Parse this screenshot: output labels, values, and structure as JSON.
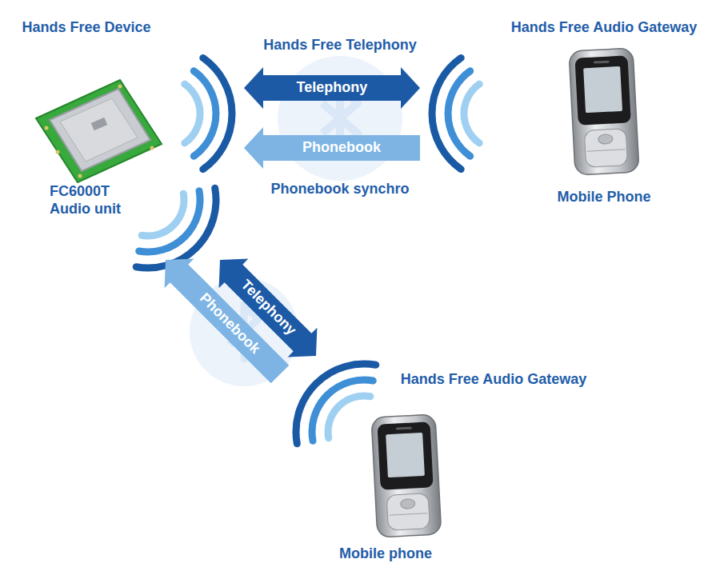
{
  "diagram": {
    "nodes": [
      {
        "text": [
          "Hands Free Device",
          "FC6000T Audio unit"
        ]
      },
      {
        "text": [
          "Hands Free Audio Gateway",
          "Mobile Phone"
        ]
      },
      {
        "text": [
          "Hands Free Audio Gateway",
          "Mobile phone"
        ]
      }
    ],
    "edges": [
      {
        "from": 0,
        "to": 1,
        "label": "Telephony",
        "arrow": "both"
      },
      {
        "from": 1,
        "to": 0,
        "label": "Phonebook",
        "arrow": "to"
      },
      {
        "from": 0,
        "to": 2,
        "label": "Telephony",
        "arrow": "both"
      },
      {
        "from": 2,
        "to": 0,
        "label": "Phonebook",
        "arrow": "to"
      }
    ],
    "labels": [
      "Hands Free Telephony",
      "Phonebook synchro"
    ]
  }
}
